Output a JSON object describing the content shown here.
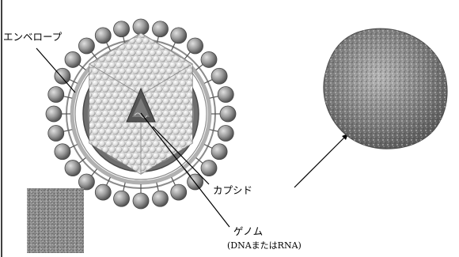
{
  "labels": {
    "envelope": "エンベロープ",
    "capsid": "カプシド",
    "genome": "ゲノム",
    "genome_note": "(DNAまたはRNA)"
  },
  "colors": {
    "envelope_bead": "#9a9a9a",
    "membrane_ring": "#8a8a8a",
    "core_ring": "#6f6f6f",
    "capsid_face": "#e6e6e6",
    "genome_core": "#5a5a5a",
    "micrograph": "#8c8c8c",
    "rendered_virion": "#7a7a7a"
  }
}
